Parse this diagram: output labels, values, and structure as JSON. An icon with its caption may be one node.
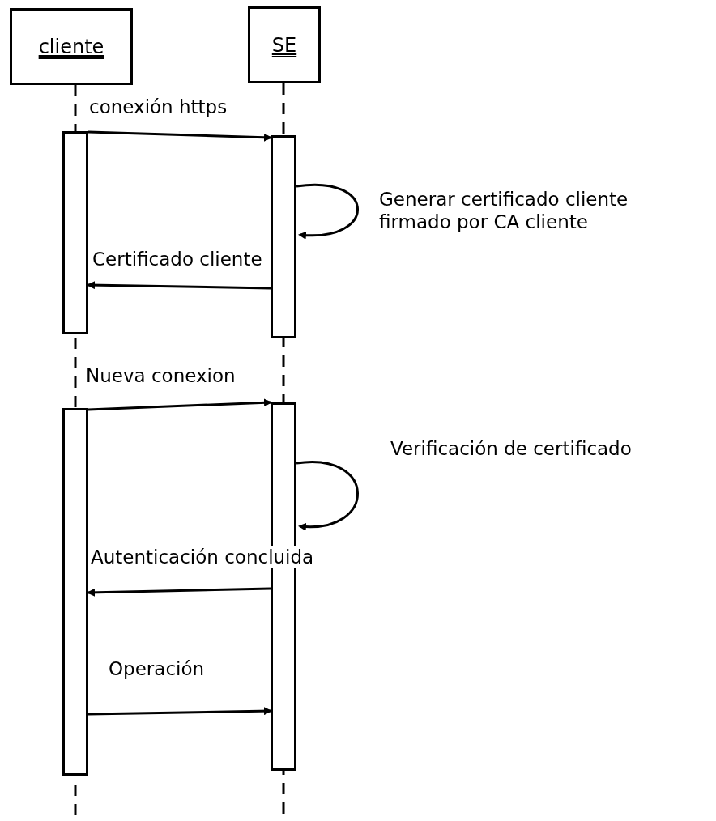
{
  "diagram": {
    "nodes": [
      {
        "text": [
          "cliente"
        ]
      },
      {
        "text": [
          "SE"
        ]
      },
      {
        "text": [],
        "shape": "bar"
      },
      {
        "text": [],
        "shape": "bar"
      },
      {
        "text": [],
        "shape": "bar"
      },
      {
        "text": [],
        "shape": "bar"
      }
    ],
    "edges": [
      {
        "from": 2,
        "to": 3,
        "arrow": "to",
        "label": "conexión https"
      },
      {
        "from": 3,
        "to": 3,
        "arrow": "to",
        "label": "Generar certificado cliente firmado por CA cliente"
      },
      {
        "from": 3,
        "to": 2,
        "arrow": "to",
        "label": "Certificado cliente"
      },
      {
        "from": 4,
        "to": 5,
        "arrow": "to",
        "label": "Nueva conexion"
      },
      {
        "from": 5,
        "to": 5,
        "arrow": "to",
        "label": "Verificación de certificado"
      },
      {
        "from": 5,
        "to": 4,
        "arrow": "to",
        "label": "Autenticación concluida"
      },
      {
        "from": 4,
        "to": 5,
        "arrow": "to",
        "label": "Operación"
      }
    ]
  }
}
